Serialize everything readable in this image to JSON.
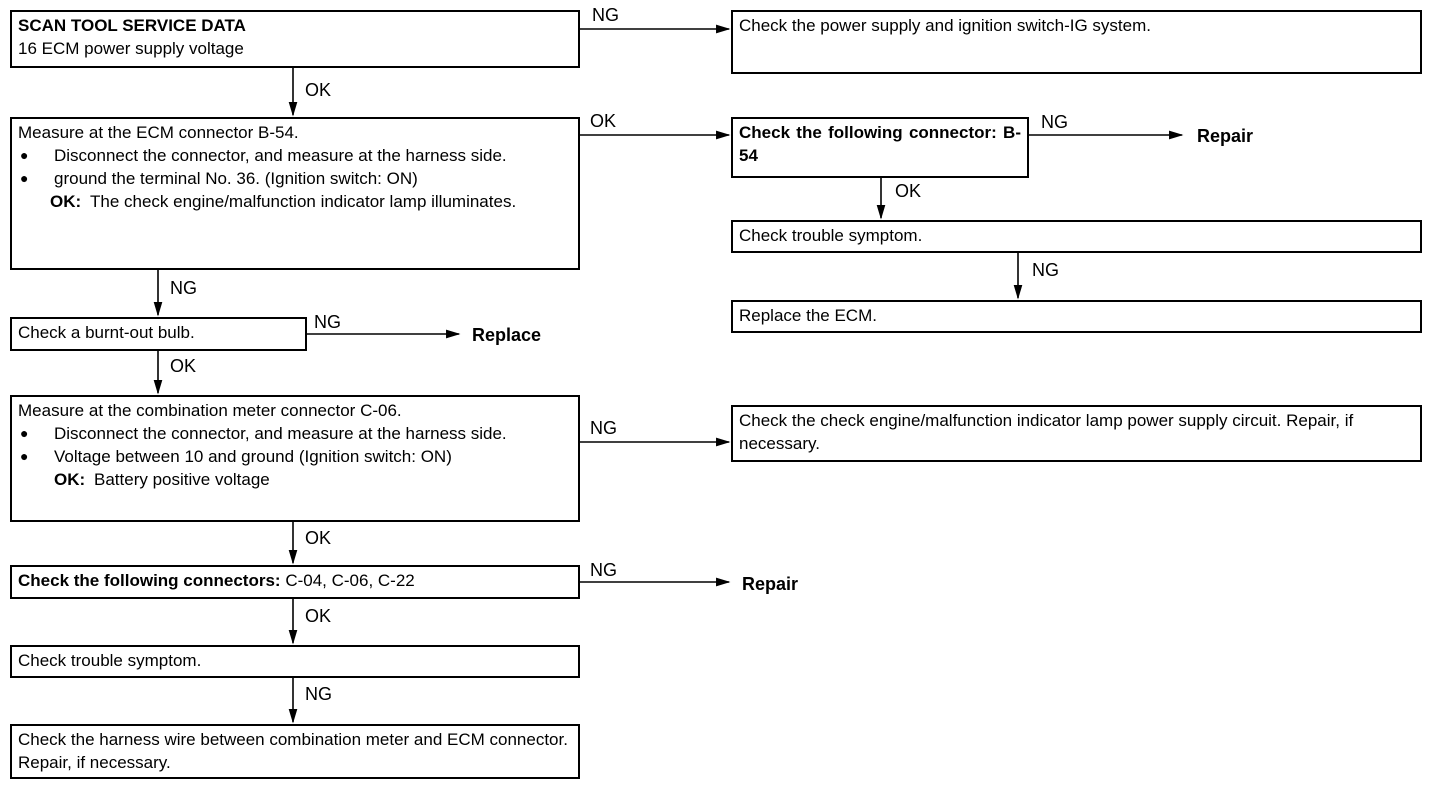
{
  "boxes": {
    "scan_tool": {
      "title": "SCAN TOOL SERVICE DATA",
      "line": "16 ECM power supply voltage"
    },
    "power_supply": {
      "text": "Check the power supply and ignition switch-IG system."
    },
    "measure_ecm": {
      "title": "Measure at the ECM connector B-54.",
      "bullet1": "Disconnect the connector, and measure at the harness side.",
      "bullet2": "ground the terminal No. 36. (Ignition switch: ON)",
      "ok_label": "OK:",
      "ok_text": "The check engine/malfunction indicator lamp illuminates."
    },
    "check_connector_b54": {
      "text": "Check the following connector: B-54"
    },
    "trouble_symptom_right": {
      "text": "Check trouble symptom."
    },
    "replace_ecm": {
      "text": "Replace the ECM."
    },
    "burnt_bulb": {
      "text": "Check a burnt-out bulb."
    },
    "measure_meter": {
      "title": "Measure at the combination meter connector C-06.",
      "bullet1": "Disconnect the connector, and measure at the harness side.",
      "bullet2": "Voltage between 10 and ground (Ignition switch: ON)",
      "ok_label": "OK:",
      "ok_text": "Battery positive voltage"
    },
    "lamp_power_circuit": {
      "text": "Check the check engine/malfunction indicator lamp power supply circuit. Repair, if necessary."
    },
    "check_connectors_c": {
      "bold": "Check the following connectors:",
      "rest": " C-04, C-06, C-22"
    },
    "trouble_symptom_left": {
      "text": "Check trouble symptom."
    },
    "harness_wire": {
      "text": "Check the harness wire between combination meter and ECM connector. Repair, if necessary."
    }
  },
  "labels": {
    "ng1": "NG",
    "ok1": "OK",
    "ok2": "OK",
    "ng2": "NG",
    "ok3": "OK",
    "ng3": "NG",
    "ng4": "NG",
    "ng5": "NG",
    "ok4": "OK",
    "ok5": "OK",
    "ng6": "NG",
    "ng7": "NG",
    "ok6": "OK",
    "ng8": "NG"
  },
  "terminals": {
    "repair1": "Repair",
    "replace": "Replace",
    "repair2": "Repair"
  },
  "bullet_glyph": "●"
}
